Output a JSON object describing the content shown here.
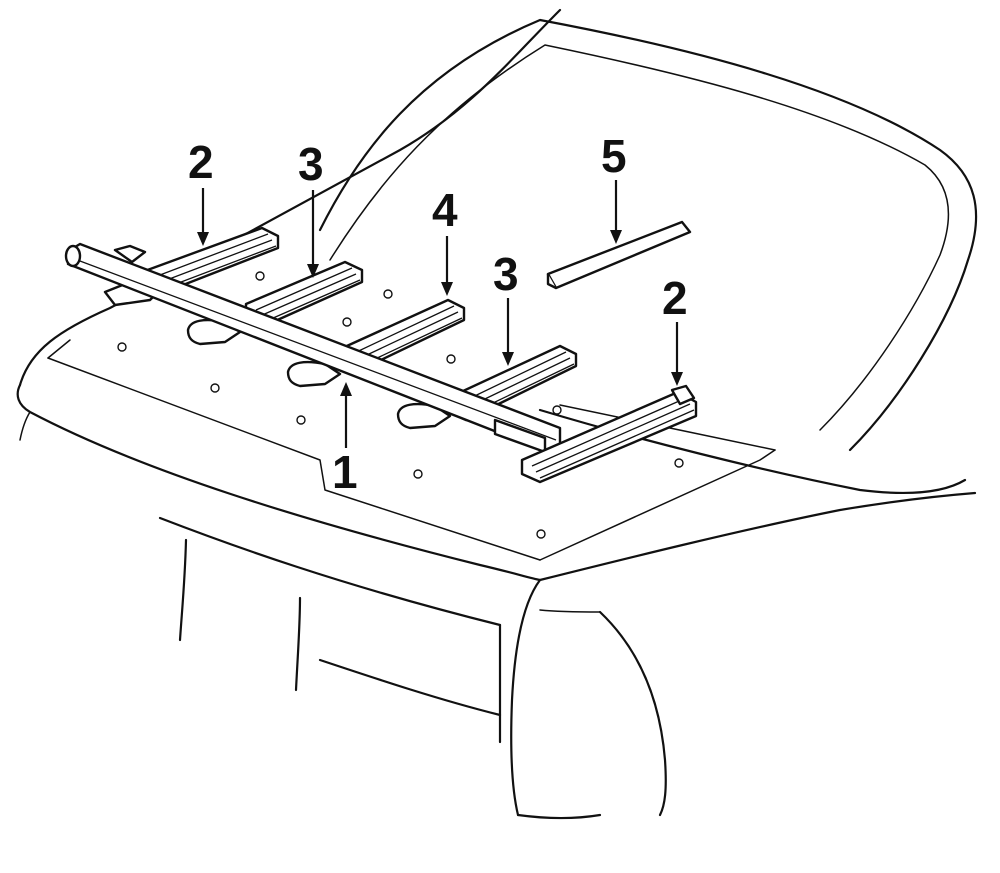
{
  "callouts": {
    "c1": "1",
    "c2a": "2",
    "c2b": "2",
    "c3a": "3",
    "c3b": "3",
    "c4": "4",
    "c5": "5"
  }
}
